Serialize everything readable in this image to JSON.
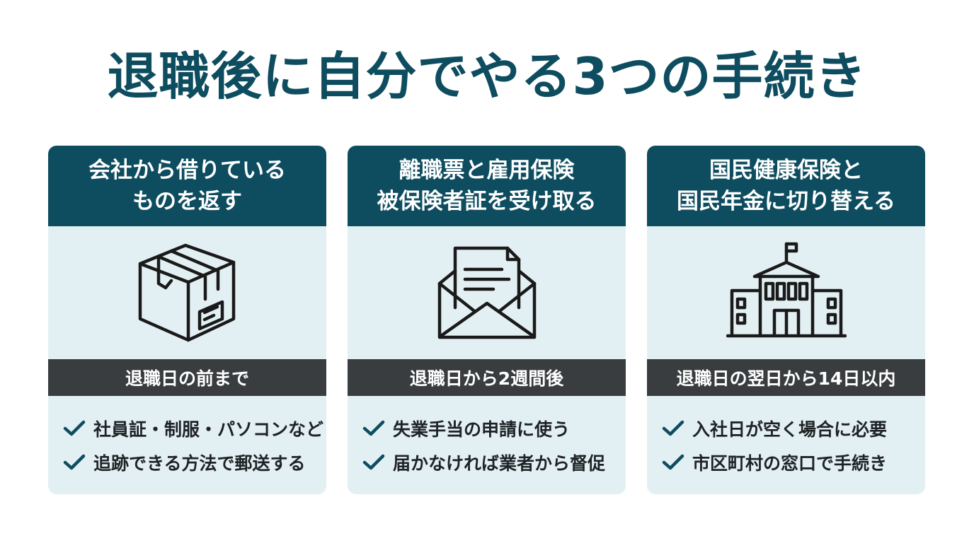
{
  "title": "退職後に自分でやる3つの手続き",
  "colors": {
    "accent": "#0e4d5f",
    "card_bg": "#e3f0f3",
    "deadline_bg": "#3a3d3f"
  },
  "cards": [
    {
      "heading_lines": [
        "会社から借りている",
        "ものを返す"
      ],
      "icon": "cardboard-box-icon",
      "deadline": "退職日の前まで",
      "items": [
        "社員証・制服・パソコンなど",
        "追跡できる方法で郵送する"
      ]
    },
    {
      "heading_lines": [
        "離職票と雇用保険",
        "被保険者証を受け取る"
      ],
      "icon": "envelope-document-icon",
      "deadline": "退職日から2週間後",
      "items": [
        "失業手当の申請に使う",
        "届かなければ業者から督促"
      ]
    },
    {
      "heading_lines": [
        "国民健康保険と",
        "国民年金に切り替える"
      ],
      "icon": "government-building-icon",
      "deadline": "退職日の翌日から14日以内",
      "items": [
        "入社日が空く場合に必要",
        "市区町村の窓口で手続き"
      ]
    }
  ]
}
